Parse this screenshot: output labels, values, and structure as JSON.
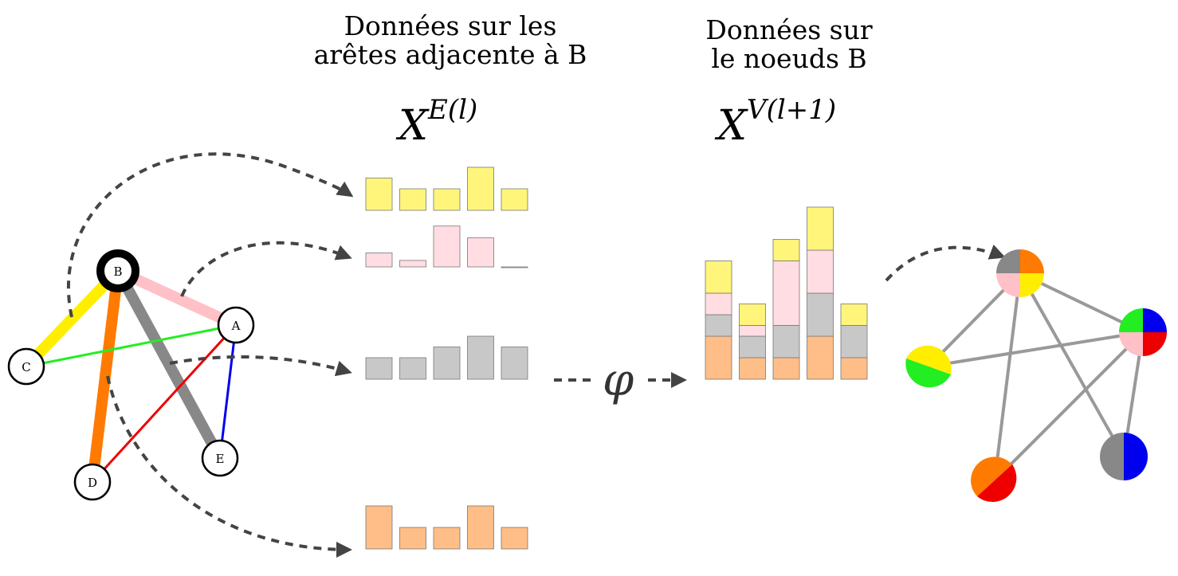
{
  "headings": {
    "edges_line1": "Données sur les",
    "edges_line2": "arêtes adjacente à B",
    "node_line1": "Données sur",
    "node_line2": "le noeuds B"
  },
  "math": {
    "edge_symbol": "X",
    "edge_sup": "E(l)",
    "node_symbol": "X",
    "node_sup": "V(l+1)",
    "phi": "φ"
  },
  "graph": {
    "nodes": [
      "A",
      "B",
      "C",
      "D",
      "E"
    ],
    "highlighted_node": "B"
  },
  "colors": {
    "yellow": "#fff57a",
    "pink": "#ffdde2",
    "gray": "#c8c8c8",
    "orange": "#ffbe87"
  },
  "edge_histograms": [
    {
      "color": "yellow",
      "values": [
        3,
        2,
        2,
        4,
        2
      ]
    },
    {
      "color": "pink",
      "values": [
        1.3,
        0.6,
        3.8,
        2.7,
        0
      ]
    },
    {
      "color": "gray",
      "values": [
        2,
        2,
        3,
        4,
        3
      ]
    },
    {
      "color": "orange",
      "values": [
        4,
        2,
        2,
        4,
        2
      ]
    }
  ],
  "node_histogram": {
    "stack_order": [
      "orange",
      "gray",
      "pink",
      "yellow"
    ],
    "stacks": [
      [
        4,
        2,
        2,
        3
      ],
      [
        2,
        2,
        1,
        2
      ],
      [
        2,
        3,
        6,
        2
      ],
      [
        4,
        4,
        4,
        4
      ],
      [
        2,
        3,
        0,
        2
      ]
    ]
  }
}
